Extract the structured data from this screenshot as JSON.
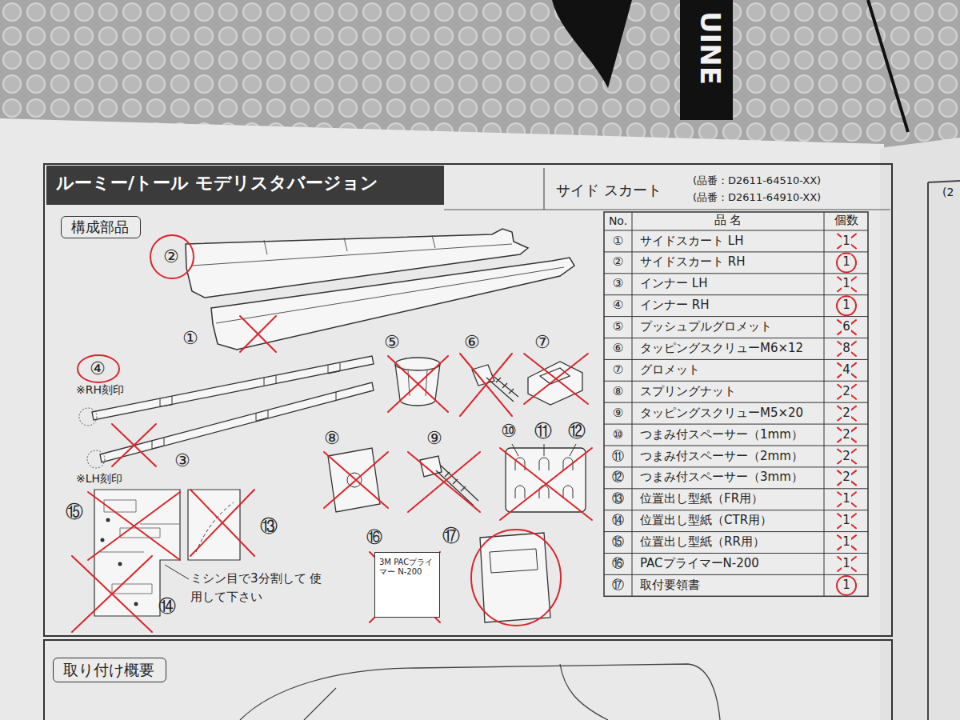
{
  "diagram": {
    "title": "ルーミー/トール モデリスタバージョン",
    "nodes": [
      {
        "text": [
          "構成部品"
        ]
      },
      {
        "text": [
          "取り付け概要"
        ]
      },
      {
        "text": [
          "3M PACプライマー N-200"
        ]
      }
    ],
    "labels": [
      "サイド スカート",
      "(品番：D2611-64510-XX)",
      "(品番：D2611-64910-XX)",
      "No.",
      "品 名",
      "個数",
      "①",
      "サイドスカート LH",
      "1",
      "②",
      "サイドスカート RH",
      "1",
      "③",
      "インナー LH",
      "1",
      "④",
      "インナー RH",
      "1",
      "⑤",
      "プッシュプルグロメット",
      "6",
      "⑥",
      "タッピングスクリューM6×12",
      "8",
      "⑦",
      "グロメット",
      "4",
      "⑧",
      "スプリングナット",
      "2",
      "⑨",
      "タッピングスクリューM5×20",
      "2",
      "⑩",
      "つまみ付スペーサー（1mm）",
      "2",
      "⑪",
      "つまみ付スペーサー（2mm）",
      "2",
      "⑫",
      "つまみ付スペーサー（3mm）",
      "2",
      "⑬",
      "位置出し型紙（FR用）",
      "1",
      "⑭",
      "位置出し型紙（CTR用）",
      "1",
      "⑮",
      "位置出し型紙（RR用）",
      "1",
      "⑯",
      "PACプライマーN-200",
      "1",
      "⑰",
      "取付要領書",
      "1",
      "②",
      "①",
      "④",
      "※RH刻印",
      "③",
      "※LH刻印",
      "⑤",
      "⑥",
      "⑦",
      "⑧",
      "⑨",
      "⑩",
      "⑪",
      "⑫",
      "⑮",
      "⑬",
      "ミシン目で3分割して 使用して下さい",
      "⑭",
      "⑯",
      "⑰",
      "UINE",
      "(2"
    ]
  }
}
